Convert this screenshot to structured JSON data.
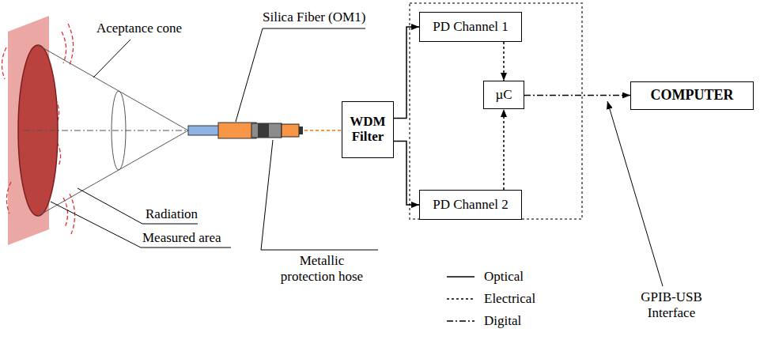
{
  "diagram": {
    "nodes": [
      {
        "text": [
          "WDM Filter"
        ]
      },
      {
        "text": [
          "PD Channel 1"
        ]
      },
      {
        "text": [
          "µC"
        ]
      },
      {
        "text": [
          "PD Channel 2"
        ]
      },
      {
        "text": [
          "COMPUTER"
        ]
      }
    ],
    "edges": [
      {
        "from": 0,
        "to": 1,
        "arrow": "to"
      },
      {
        "from": 0,
        "to": 3,
        "arrow": "to"
      },
      {
        "from": 1,
        "to": 2,
        "arrow": "to"
      },
      {
        "from": 3,
        "to": 2,
        "arrow": "to"
      },
      {
        "from": 2,
        "to": 4,
        "arrow": "to"
      }
    ],
    "labels": [
      "Aceptance cone",
      "Silica Fiber (OM1)",
      "Radiation",
      "Measured area",
      "Metallic protection hose",
      "GPIB-USB Interface"
    ],
    "legend": [
      {
        "text": "Optical"
      },
      {
        "text": "Electrical"
      },
      {
        "text": "Digital"
      }
    ]
  }
}
